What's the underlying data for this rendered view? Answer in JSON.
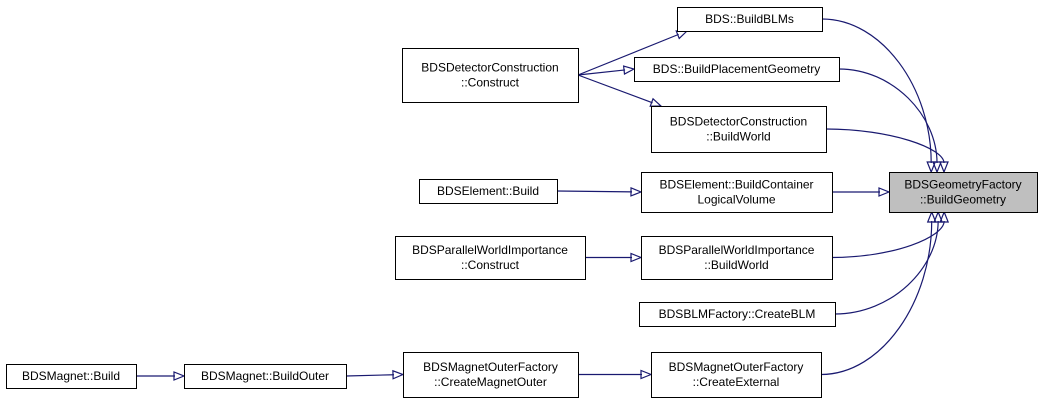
{
  "colors": {
    "edge": "#191970",
    "node_fill": "#ffffff",
    "highlight_fill": "#bfbfbf",
    "border": "#000000"
  },
  "nodes": {
    "build_blms": {
      "lines": [
        "BDS::BuildBLMs"
      ]
    },
    "det_construct": {
      "lines": [
        "BDSDetectorConstruction",
        "::Construct"
      ]
    },
    "build_placement": {
      "lines": [
        "BDS::BuildPlacementGeometry"
      ]
    },
    "det_buildworld": {
      "lines": [
        "BDSDetectorConstruction",
        "::BuildWorld"
      ]
    },
    "element_build": {
      "lines": [
        "BDSElement::Build"
      ]
    },
    "element_container": {
      "lines": [
        "BDSElement::BuildContainer",
        "LogicalVolume"
      ]
    },
    "geom_factory": {
      "lines": [
        "BDSGeometryFactory",
        "::BuildGeometry"
      ],
      "highlighted": true
    },
    "pw_construct": {
      "lines": [
        "BDSParallelWorldImportance",
        "::Construct"
      ]
    },
    "pw_buildworld": {
      "lines": [
        "BDSParallelWorldImportance",
        "::BuildWorld"
      ]
    },
    "blm_factory": {
      "lines": [
        "BDSBLMFactory::CreateBLM"
      ]
    },
    "magnet_build": {
      "lines": [
        "BDSMagnet::Build"
      ]
    },
    "magnet_outer": {
      "lines": [
        "BDSMagnet::BuildOuter"
      ]
    },
    "mof_createmagnet": {
      "lines": [
        "BDSMagnetOuterFactory",
        "::CreateMagnetOuter"
      ]
    },
    "mof_createexternal": {
      "lines": [
        "BDSMagnetOuterFactory",
        "::CreateExternal"
      ]
    }
  },
  "edges": [
    {
      "from": "det_construct",
      "to": "build_blms"
    },
    {
      "from": "det_construct",
      "to": "build_placement"
    },
    {
      "from": "det_construct",
      "to": "det_buildworld"
    },
    {
      "from": "build_blms",
      "to": "geom_factory"
    },
    {
      "from": "build_placement",
      "to": "geom_factory"
    },
    {
      "from": "det_buildworld",
      "to": "geom_factory"
    },
    {
      "from": "element_build",
      "to": "element_container"
    },
    {
      "from": "element_container",
      "to": "geom_factory"
    },
    {
      "from": "pw_construct",
      "to": "pw_buildworld"
    },
    {
      "from": "pw_buildworld",
      "to": "geom_factory"
    },
    {
      "from": "blm_factory",
      "to": "geom_factory"
    },
    {
      "from": "magnet_build",
      "to": "magnet_outer"
    },
    {
      "from": "magnet_outer",
      "to": "mof_createmagnet"
    },
    {
      "from": "mof_createmagnet",
      "to": "mof_createexternal"
    },
    {
      "from": "mof_createexternal",
      "to": "geom_factory"
    }
  ]
}
